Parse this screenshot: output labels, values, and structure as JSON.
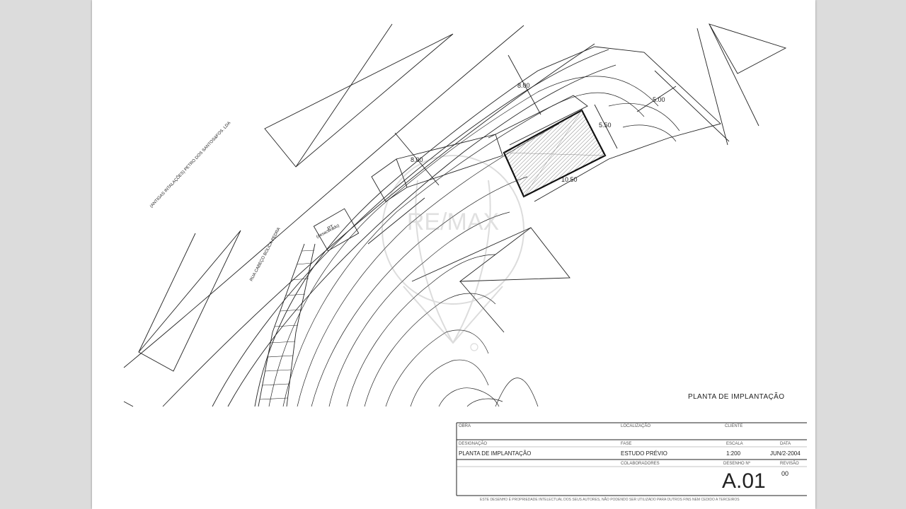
{
  "drawing": {
    "sheet_heading": "PLANTA DE IMPLANTAÇÃO",
    "road_label": "RUA CABEÇO BOLICA PEDRA",
    "neighbor_label": "(ANTIGAS INTALAÇÕES) PETRO DOS SANTOS&FOS. LDA",
    "pt_label": "PT",
    "pt_sub_label": "(desactivado)",
    "dimensions": [
      "8.00",
      "8.00",
      "5.00",
      "5.50",
      "10.50"
    ]
  },
  "watermark": {
    "text": "RE/MAX"
  },
  "title_block": {
    "obra_label": "OBRA",
    "localizacao_label": "LOCALIZAÇÃO",
    "cliente_label": "CLIENTE",
    "designacao_label": "DESIGNAÇÃO",
    "designacao_value": "PLANTA DE IMPLANTAÇÃO",
    "fase_label": "FASE",
    "fase_value": "ESTUDO PRÉVIO",
    "escala_label": "ESCALA",
    "escala_value": "1:200",
    "data_label": "DATA",
    "data_value": "JUN/2-2004",
    "colaboradores_label": "COLABORADORES",
    "desenho_label": "DESENHO Nº",
    "revisao_label": "REVISÃO",
    "sheet_number": "A.01",
    "revision_value": "00",
    "footer_note": "ESTE DESENHO É PROPRIEDADE INTELECTUAL DOS SEUS AUTORES, NÃO PODENDO SER UTILIZADO PARA OUTROS FINS NEM CEDIDO A TERCEIROS"
  },
  "colors": {
    "line": "#222222",
    "paper": "#ffffff",
    "background": "#dcdcdc"
  }
}
